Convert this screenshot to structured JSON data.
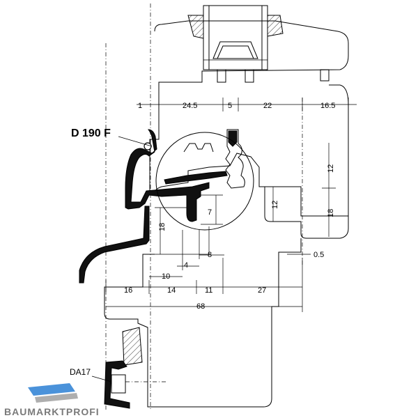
{
  "labels": {
    "profile_name": "D 190 F",
    "gasket_name": "DA17"
  },
  "dimensions": {
    "top": [
      "1",
      "24.5",
      "5",
      "22",
      "16.5"
    ],
    "right_12_upper": "12",
    "right_18": "18",
    "mid_12": "12",
    "mid_7": "7",
    "left_18": "18",
    "d8": "8",
    "d4": "4",
    "d10": "10",
    "d05": "0.5",
    "row": [
      "16",
      "14",
      "11",
      "27"
    ],
    "total": "68"
  },
  "watermark": "BAUMARKTPROFI",
  "colors": {
    "line": "#000000",
    "logo_gray": "#7a7a7a",
    "logo_blue": "#2a7fd4"
  }
}
